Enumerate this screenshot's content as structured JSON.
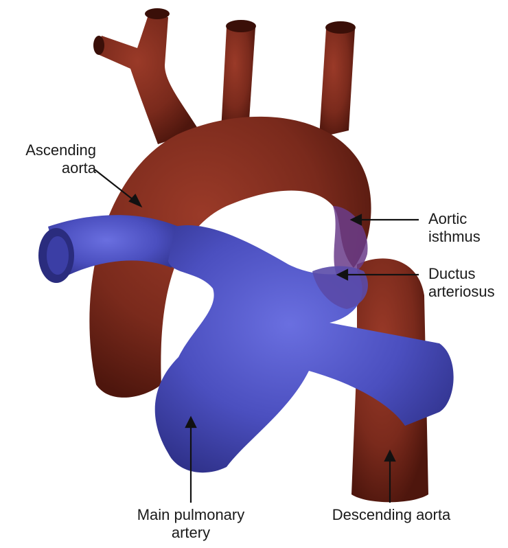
{
  "labels": {
    "ascending_aorta": {
      "line1": "Ascending",
      "line2": "aorta"
    },
    "aortic_isthmus": {
      "line1": "Aortic",
      "line2": "isthmus"
    },
    "ductus_arteriosus": {
      "line1": "Ductus",
      "line2": "arteriosus"
    },
    "main_pulmonary_artery": {
      "line1": "Main pulmonary",
      "line2": "artery"
    },
    "descending_aorta": {
      "line1": "Descending aorta"
    }
  },
  "colors": {
    "aorta": "#7a2a1c",
    "aorta_dark": "#4e160d",
    "pulmonary": "#4b4fbf",
    "pulmonary_dark": "#2d2f86",
    "arrow": "#111111"
  }
}
